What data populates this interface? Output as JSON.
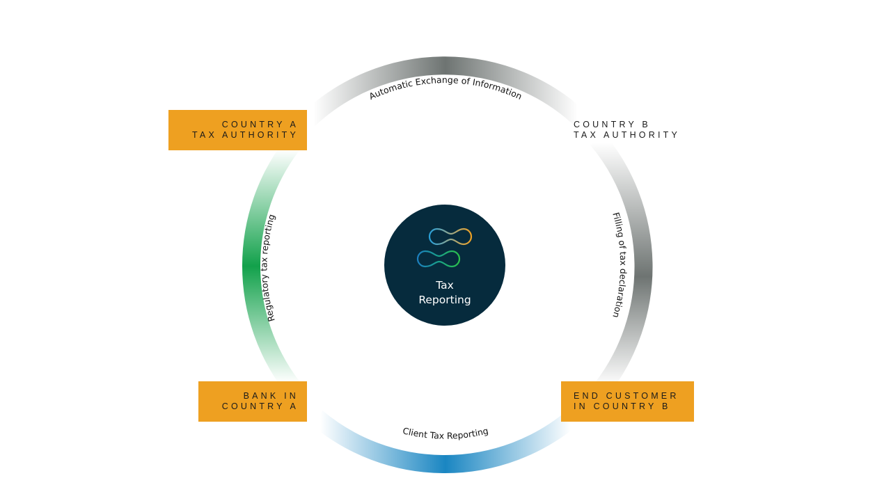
{
  "center": {
    "title_line1": "Tax",
    "title_line2": "Reporting",
    "background_color": "#062b3d",
    "logo_icon": "linked-loops-logo-icon"
  },
  "nodes": {
    "country_a_tax_authority": {
      "line1": "COUNTRY A",
      "line2": "TAX AUTHORITY",
      "fill": "#eea021"
    },
    "country_b_tax_authority": {
      "line1": "COUNTRY B",
      "line2": "TAX AUTHORITY",
      "fill": "none"
    },
    "bank_in_country_a": {
      "line1": "BANK IN",
      "line2": "COUNTRY A",
      "fill": "#eea021"
    },
    "end_customer_in_country_b": {
      "line1": "END CUSTOMER",
      "line2": "IN COUNTRY B",
      "fill": "#eea021"
    }
  },
  "flows": {
    "top": {
      "label": "Automatic Exchange of Information",
      "color": "#6e7472"
    },
    "left": {
      "label": "Regulatory tax reporting",
      "color": "#12a14b"
    },
    "right": {
      "label": "Filling of tax declaration",
      "color": "#6e7472"
    },
    "bottom": {
      "label": "Client Tax Reporting",
      "color": "#1a86c2"
    }
  }
}
